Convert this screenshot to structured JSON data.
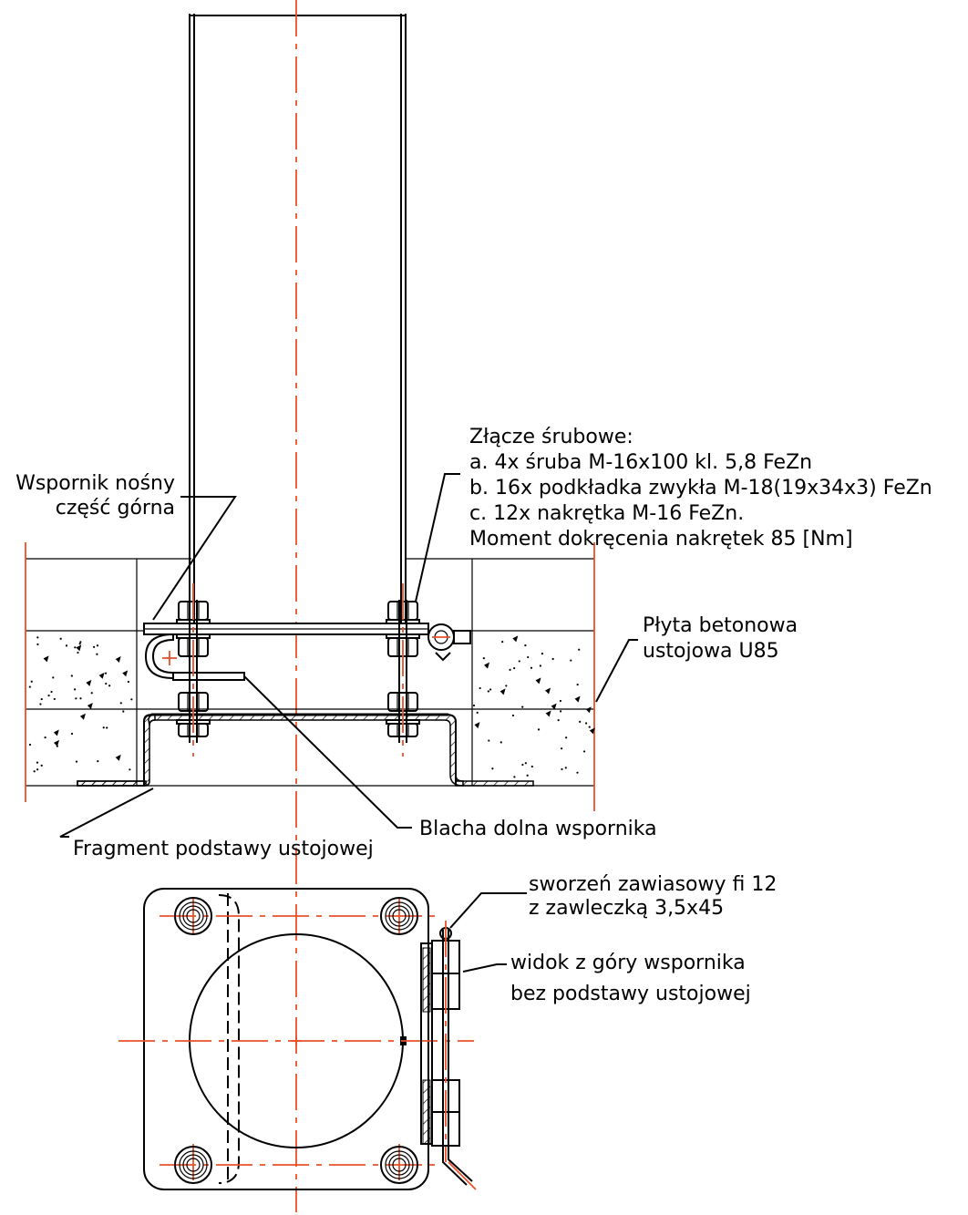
{
  "colors": {
    "centerline": "#e8502a",
    "line": "#000000",
    "background": "#ffffff"
  },
  "labels": {
    "bolt_header": "Złącze śrubowe:",
    "bolt_a": "a. 4x śruba M-16x100 kl. 5,8 FeZn",
    "bolt_b": "b. 16x podkładka zwykła M-18(19x34x3) FeZn",
    "bolt_c": "c. 12x nakrętka M-16 FeZn.",
    "torque": "Moment dokręcenia nakrętek 85 [Nm]",
    "bracket_upper_1": "Wspornik nośny",
    "bracket_upper_2": "część górna",
    "slab_1": "Płyta betonowa",
    "slab_2": "ustojowa U85",
    "lower_plate": "Blacha dolna wspornika",
    "base_fragment": "Fragment podstawy ustojowej",
    "pin_1": "sworzeń zawiasowy fi 12",
    "pin_2": "z zawleczką 3,5x45",
    "top_view_1": "widok z góry wspornika",
    "top_view_2": "bez podstawy ustojowej"
  }
}
